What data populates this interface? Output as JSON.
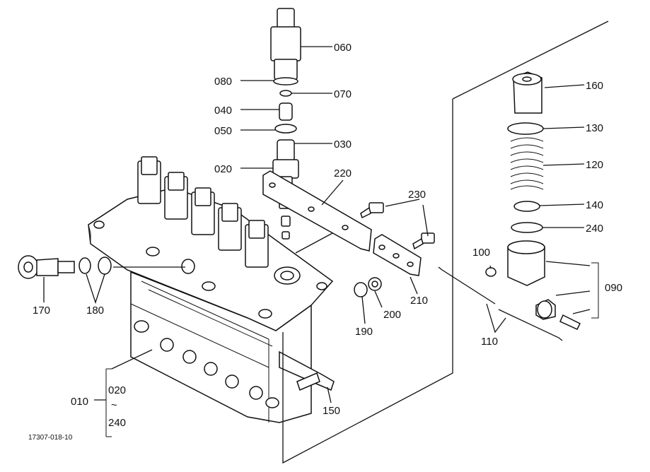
{
  "diagram": {
    "drawing_number": "17307-018-10",
    "callouts": {
      "c060": "060",
      "c080": "080",
      "c070": "070",
      "c040": "040",
      "c050": "050",
      "c030": "030",
      "c020": "020",
      "c220": "220",
      "c230": "230",
      "c160": "160",
      "c130": "130",
      "c120": "120",
      "c140": "140",
      "c240": "240",
      "c100": "100",
      "c090": "090",
      "c170": "170",
      "c180": "180",
      "c190": "190",
      "c200": "200",
      "c210": "210",
      "c110": "110",
      "c150": "150",
      "c010": "010",
      "c010_from": "020",
      "c010_to": "240",
      "c010_tilde": "~"
    }
  }
}
